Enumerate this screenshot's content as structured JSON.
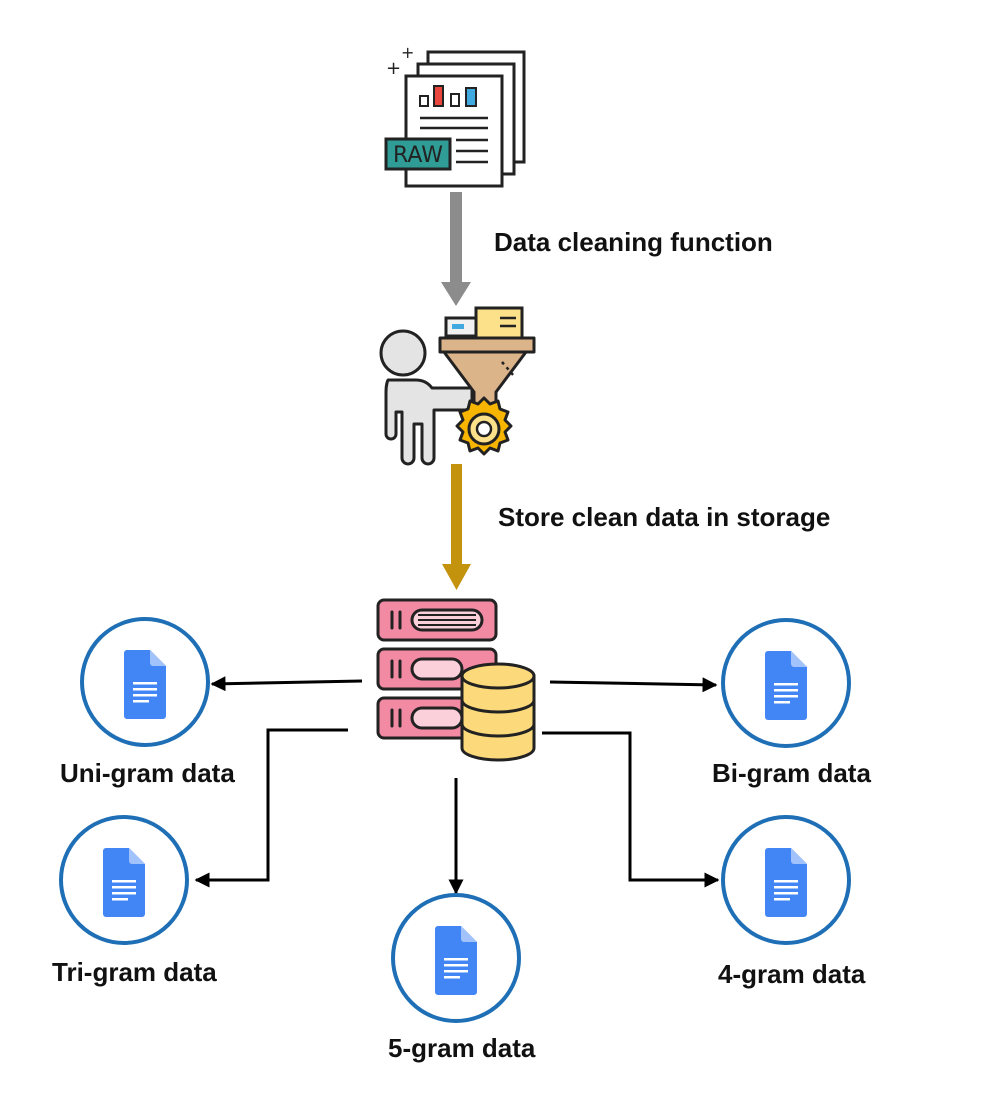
{
  "steps": {
    "cleaning": "Data cleaning function",
    "storage": "Store clean data in storage"
  },
  "outputs": {
    "uni": "Uni-gram data",
    "bi": "Bi-gram data",
    "tri": "Tri-gram data",
    "four": "4-gram data",
    "five": "5-gram data"
  },
  "raw_badge": "RAW",
  "icons": {
    "raw_data": "raw-data-document-icon",
    "cleaning": "person-filter-gear-icon",
    "storage": "server-database-icon",
    "document": "document-icon"
  },
  "colors": {
    "arrow_cleaning": "#8c8c8c",
    "arrow_storage": "#c4930e",
    "circle": "#1f6fb6",
    "doc_blue": "#4285f4",
    "server_pink": "#f38aa3",
    "db_yellow": "#fcd97a"
  }
}
